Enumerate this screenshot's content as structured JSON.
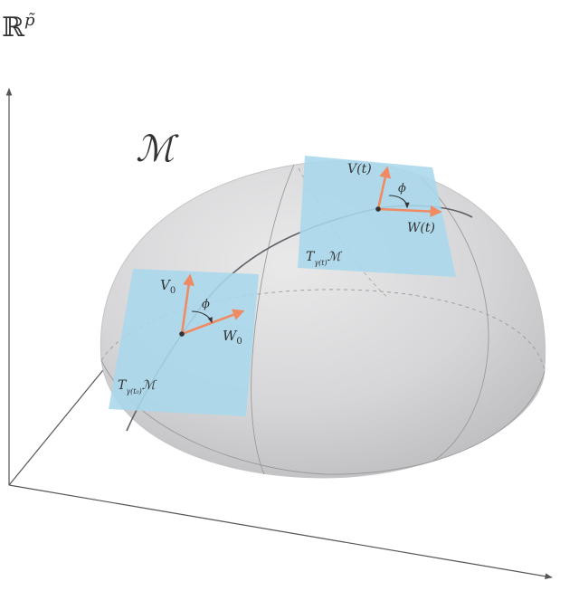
{
  "space_label": {
    "base": "ℝ",
    "exponent": "p̃"
  },
  "manifold_label": "ℳ",
  "plane_start": {
    "label_main": "T",
    "label_sub": "γ(t₀)",
    "label_tail": "ℳ",
    "v_label": "V",
    "v_sub": "0",
    "w_label": "W",
    "w_sub": "0",
    "angle_label": "ϕ"
  },
  "plane_end": {
    "label_main": "T",
    "label_sub": "γ(t)",
    "label_tail": "ℳ",
    "v_label": "V(t)",
    "w_label": "W(t)",
    "angle_label": "ϕ"
  },
  "colors": {
    "plane_fill": "#a9d8ec",
    "vector": "#f08a62",
    "sphere": "#dcdcde",
    "axis": "#555555",
    "text": "#333333"
  }
}
